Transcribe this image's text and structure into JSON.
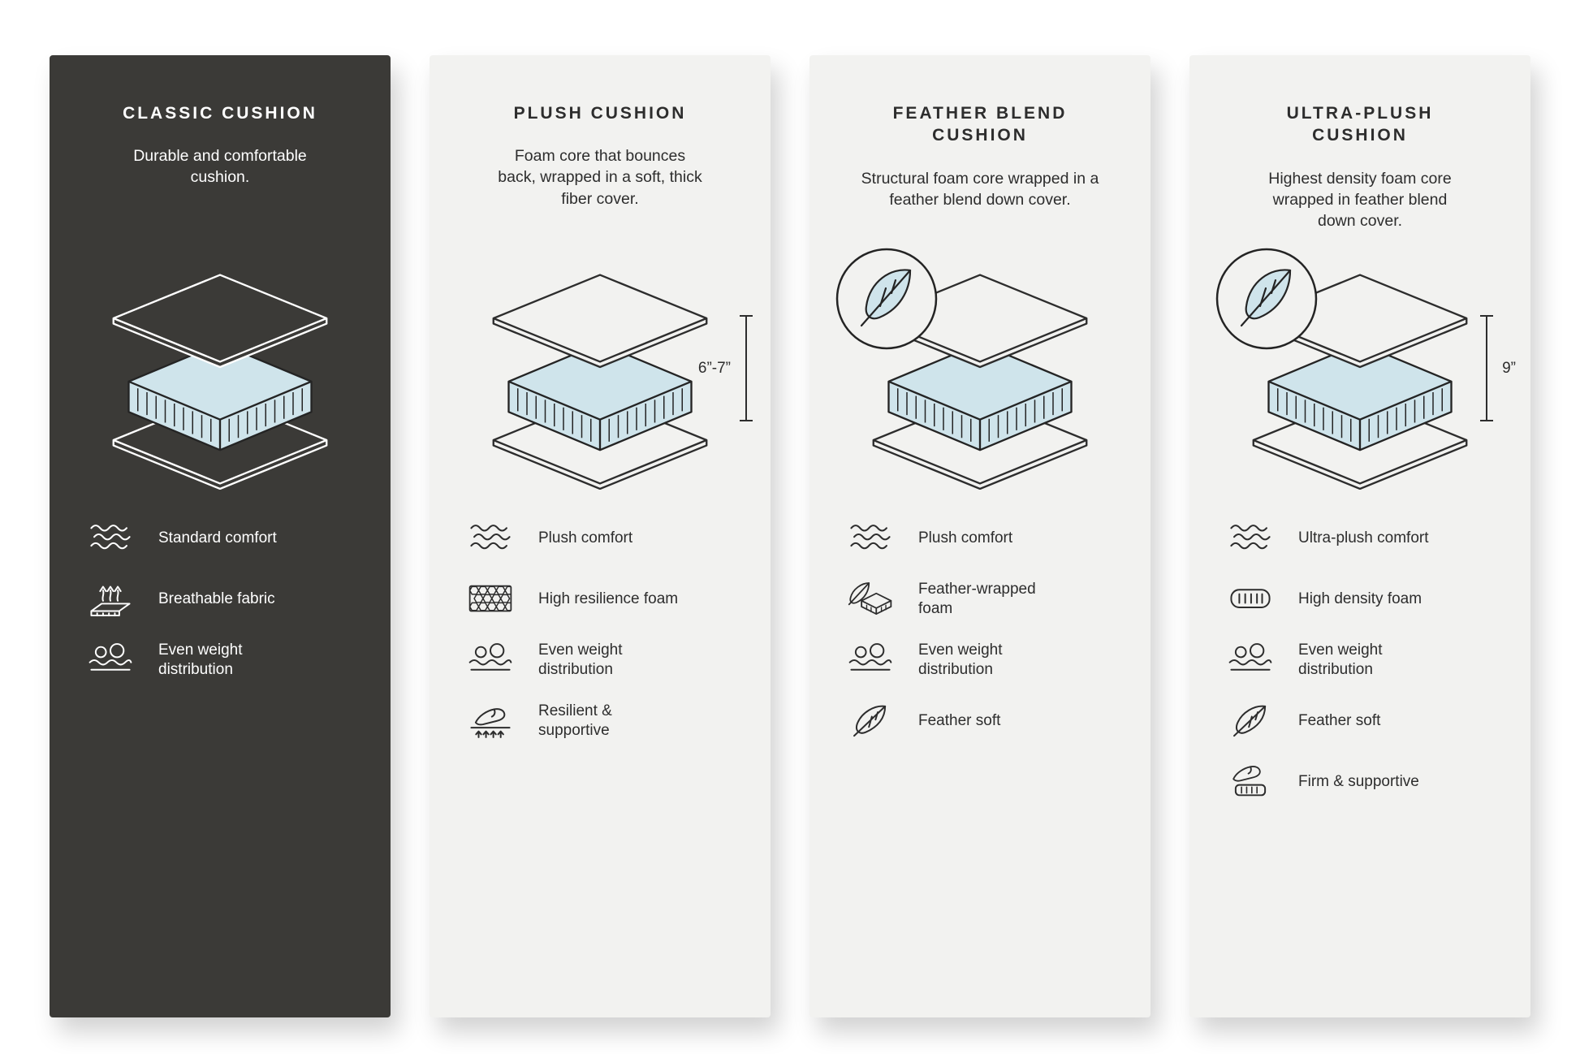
{
  "colors": {
    "page_bg": "#ffffff",
    "dark_card_bg": "#3b3a37",
    "light_card_bg": "#f2f2f0",
    "foam_fill": "#cfe4eb",
    "dark_text": "#2d2d2d",
    "light_text": "#ffffff"
  },
  "cards": [
    {
      "title": "CLASSIC CUSHION",
      "description": "Durable and comfortable cushion.",
      "features": [
        {
          "icon": "comfort-waves-icon",
          "label": "Standard comfort"
        },
        {
          "icon": "breathable-fabric-icon",
          "label": "Breathable fabric"
        },
        {
          "icon": "weight-distribution-icon",
          "label": "Even weight distribution"
        }
      ]
    },
    {
      "title": "PLUSH CUSHION",
      "description": "Foam core that bounces back, wrapped in a soft, thick fiber cover.",
      "measurement": "6”-7”",
      "features": [
        {
          "icon": "comfort-waves-icon",
          "label": "Plush comfort"
        },
        {
          "icon": "resilience-foam-icon",
          "label": "High resilience foam"
        },
        {
          "icon": "weight-distribution-icon",
          "label": "Even weight distribution"
        },
        {
          "icon": "resilient-supportive-icon",
          "label": "Resilient & supportive"
        }
      ]
    },
    {
      "title": "FEATHER BLEND CUSHION",
      "description": "Structural foam core wrapped in a feather blend down cover.",
      "features": [
        {
          "icon": "comfort-waves-icon",
          "label": "Plush comfort"
        },
        {
          "icon": "feather-wrapped-foam-icon",
          "label": "Feather-wrapped foam"
        },
        {
          "icon": "weight-distribution-icon",
          "label": "Even weight distribution"
        },
        {
          "icon": "feather-icon",
          "label": "Feather soft"
        }
      ]
    },
    {
      "title": "ULTRA-PLUSH CUSHION",
      "description": "Highest density foam core wrapped in feather blend down cover.",
      "measurement": "9”",
      "features": [
        {
          "icon": "comfort-waves-icon",
          "label": "Ultra-plush comfort"
        },
        {
          "icon": "density-foam-icon",
          "label": "High density foam"
        },
        {
          "icon": "weight-distribution-icon",
          "label": "Even weight distribution"
        },
        {
          "icon": "feather-icon",
          "label": "Feather soft"
        },
        {
          "icon": "firm-supportive-icon",
          "label": "Firm & supportive"
        }
      ]
    }
  ]
}
